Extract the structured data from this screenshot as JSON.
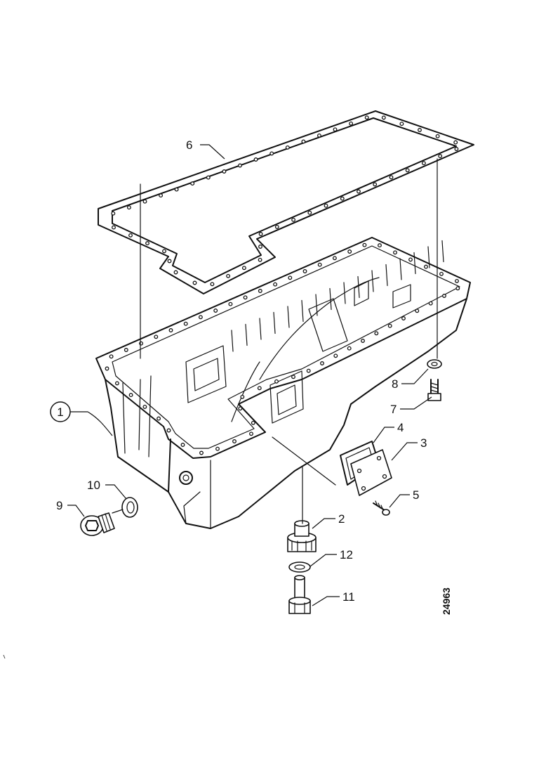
{
  "figure": {
    "reference_number": "24963"
  },
  "callouts": [
    {
      "id": "1",
      "label": "1",
      "circled": true
    },
    {
      "id": "2",
      "label": "2"
    },
    {
      "id": "3",
      "label": "3"
    },
    {
      "id": "4",
      "label": "4"
    },
    {
      "id": "5",
      "label": "5"
    },
    {
      "id": "6",
      "label": "6"
    },
    {
      "id": "7",
      "label": "7"
    },
    {
      "id": "8",
      "label": "8"
    },
    {
      "id": "9",
      "label": "9"
    },
    {
      "id": "10",
      "label": "10"
    },
    {
      "id": "11",
      "label": "11"
    },
    {
      "id": "12",
      "label": "12"
    }
  ]
}
